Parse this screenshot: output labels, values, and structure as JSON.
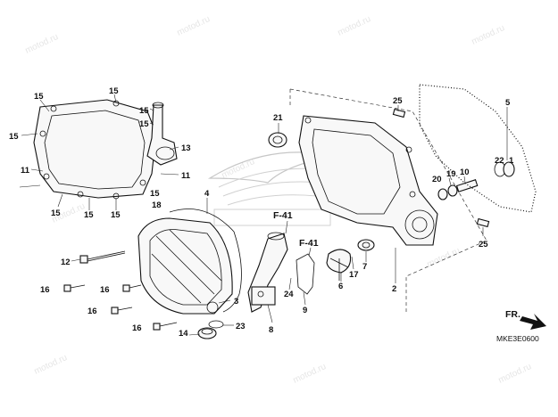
{
  "diagram": {
    "watermark": "motod.ru",
    "part_code": "MKE3E0600",
    "direction_label": "FR.",
    "callouts": [
      "F-41",
      "F-41"
    ],
    "labels": [
      {
        "id": "n15a",
        "text": "15"
      },
      {
        "id": "n15b",
        "text": "15"
      },
      {
        "id": "n15c",
        "text": "15"
      },
      {
        "id": "n15d",
        "text": "15"
      },
      {
        "id": "n15e",
        "text": "15"
      },
      {
        "id": "n15f",
        "text": "15"
      },
      {
        "id": "n15g",
        "text": "15"
      },
      {
        "id": "n15h",
        "text": "15"
      },
      {
        "id": "n15i",
        "text": "15"
      },
      {
        "id": "n13",
        "text": "13"
      },
      {
        "id": "n11a",
        "text": "11"
      },
      {
        "id": "n11b",
        "text": "11"
      },
      {
        "id": "n18",
        "text": "18"
      },
      {
        "id": "n21",
        "text": "21"
      },
      {
        "id": "n25a",
        "text": "25"
      },
      {
        "id": "n25b",
        "text": "25"
      },
      {
        "id": "n5",
        "text": "5"
      },
      {
        "id": "n1",
        "text": "1"
      },
      {
        "id": "n22",
        "text": "22"
      },
      {
        "id": "n19",
        "text": "19"
      },
      {
        "id": "n10",
        "text": "10"
      },
      {
        "id": "n20",
        "text": "20"
      },
      {
        "id": "n4",
        "text": "4"
      },
      {
        "id": "n12",
        "text": "12"
      },
      {
        "id": "n16a",
        "text": "16"
      },
      {
        "id": "n16b",
        "text": "16"
      },
      {
        "id": "n16c",
        "text": "16"
      },
      {
        "id": "n16d",
        "text": "16"
      },
      {
        "id": "n3",
        "text": "3"
      },
      {
        "id": "n14",
        "text": "14"
      },
      {
        "id": "n23",
        "text": "23"
      },
      {
        "id": "n8",
        "text": "8"
      },
      {
        "id": "n24",
        "text": "24"
      },
      {
        "id": "n9",
        "text": "9"
      },
      {
        "id": "n6",
        "text": "6"
      },
      {
        "id": "n17",
        "text": "17"
      },
      {
        "id": "n7",
        "text": "7"
      },
      {
        "id": "n2",
        "text": "2"
      }
    ]
  }
}
